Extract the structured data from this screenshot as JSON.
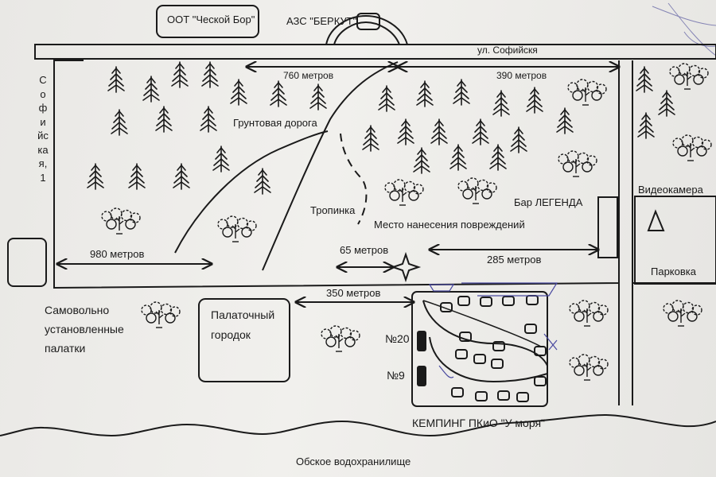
{
  "labels": {
    "bus_stop": "ООТ \"Ческой Бор\"",
    "gas_station": "АЗС \"БЕРКУТ\"",
    "street_top": "ул. Софийскя",
    "street_left": "Софийская,1",
    "dirt_road": "Грунтовая дорога",
    "path": "Тропинка",
    "injury_place": "Место нанесения повреждений",
    "bar": "Бар ЛЕГЕНДА",
    "camera": "Видеокамера",
    "parking": "Парковка",
    "self_tents_1": "Самовольно",
    "self_tents_2": "установленные",
    "self_tents_3": "палатки",
    "tent_city_1": "Палаточный",
    "tent_city_2": "городок",
    "site_20": "№20",
    "site_9": "№9",
    "camping": "КЕМПИНГ ПКиО \"У моря\"",
    "reservoir": "Обское водохранилище"
  },
  "distances": {
    "d760": "760 метров",
    "d390": "390 метров",
    "d980": "980 метров",
    "d65": "65 метров",
    "d285": "285 метров",
    "d350": "350 метров"
  },
  "colors": {
    "ink": "#1a1a1a",
    "paper": "#ecebe8",
    "pen": "#4a4aa0"
  }
}
